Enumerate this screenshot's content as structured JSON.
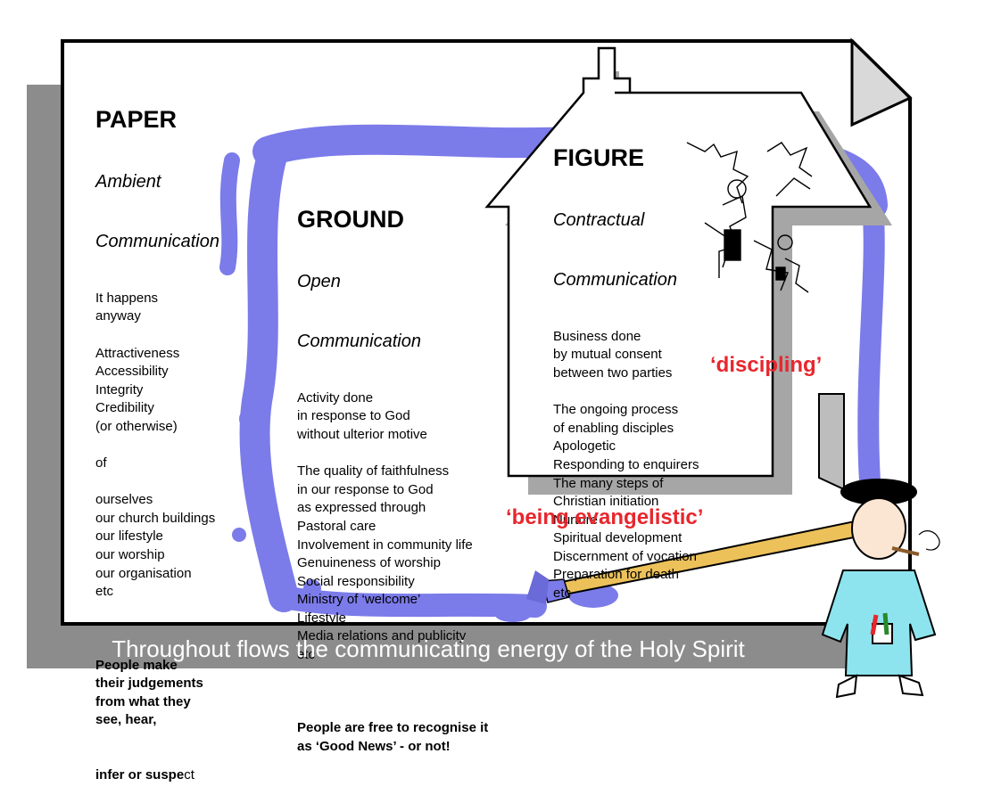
{
  "footer": "Throughout flows the communicating energy of the Holy Spirit",
  "paper": {
    "title": "PAPER",
    "sub1": "Ambient",
    "sub2": "Communication",
    "lines": [
      "It happens",
      "anyway",
      "",
      "Attractiveness",
      "Accessibility",
      "Integrity",
      "Credibility",
      "(or otherwise)",
      "",
      "of",
      "",
      "ourselves",
      "our church buildings",
      "our lifestyle",
      "our worship",
      "our organisation",
      "etc",
      ""
    ],
    "bold_lines": [
      "People make",
      "their judgements",
      "from what they",
      "see, hear,"
    ],
    "last_bold": "infer or suspe",
    "last_plain": "ct"
  },
  "ground": {
    "title": "GROUND",
    "sub1": "Open",
    "sub2": "Communication",
    "lines": [
      "Activity done",
      "in response to God",
      "without ulterior motive",
      "",
      "The quality of faithfulness",
      "in our response to God",
      "as expressed through",
      "Pastoral care",
      "Involvement in community life",
      "Genuineness of worship",
      "Social responsibility",
      "Ministry of ‘welcome’",
      "Lifestyle",
      "Media relations and publicity",
      "etc",
      ""
    ],
    "bold_lines": [
      "People are free to recognise it",
      "as ‘Good News’ - or not!"
    ]
  },
  "figure": {
    "title": "FIGURE",
    "sub1": "Contractual",
    "sub2": "Communication",
    "lines": [
      "Business done",
      "by mutual consent",
      "between two parties",
      "",
      "The ongoing process",
      "of enabling disciples",
      "Apologetic",
      "Responding to enquirers",
      "The many steps of",
      "Christian initiation",
      "Nurture",
      "Spiritual development",
      "Discernment of vocation",
      "Preparation for death",
      "etc"
    ]
  },
  "labels": {
    "discipling": "‘discipling’",
    "evangelistic": "‘being evangelistic’"
  },
  "colors": {
    "paint": "#7b7bea",
    "shadow": "#8c8c8c",
    "accent": "#e8262d"
  }
}
